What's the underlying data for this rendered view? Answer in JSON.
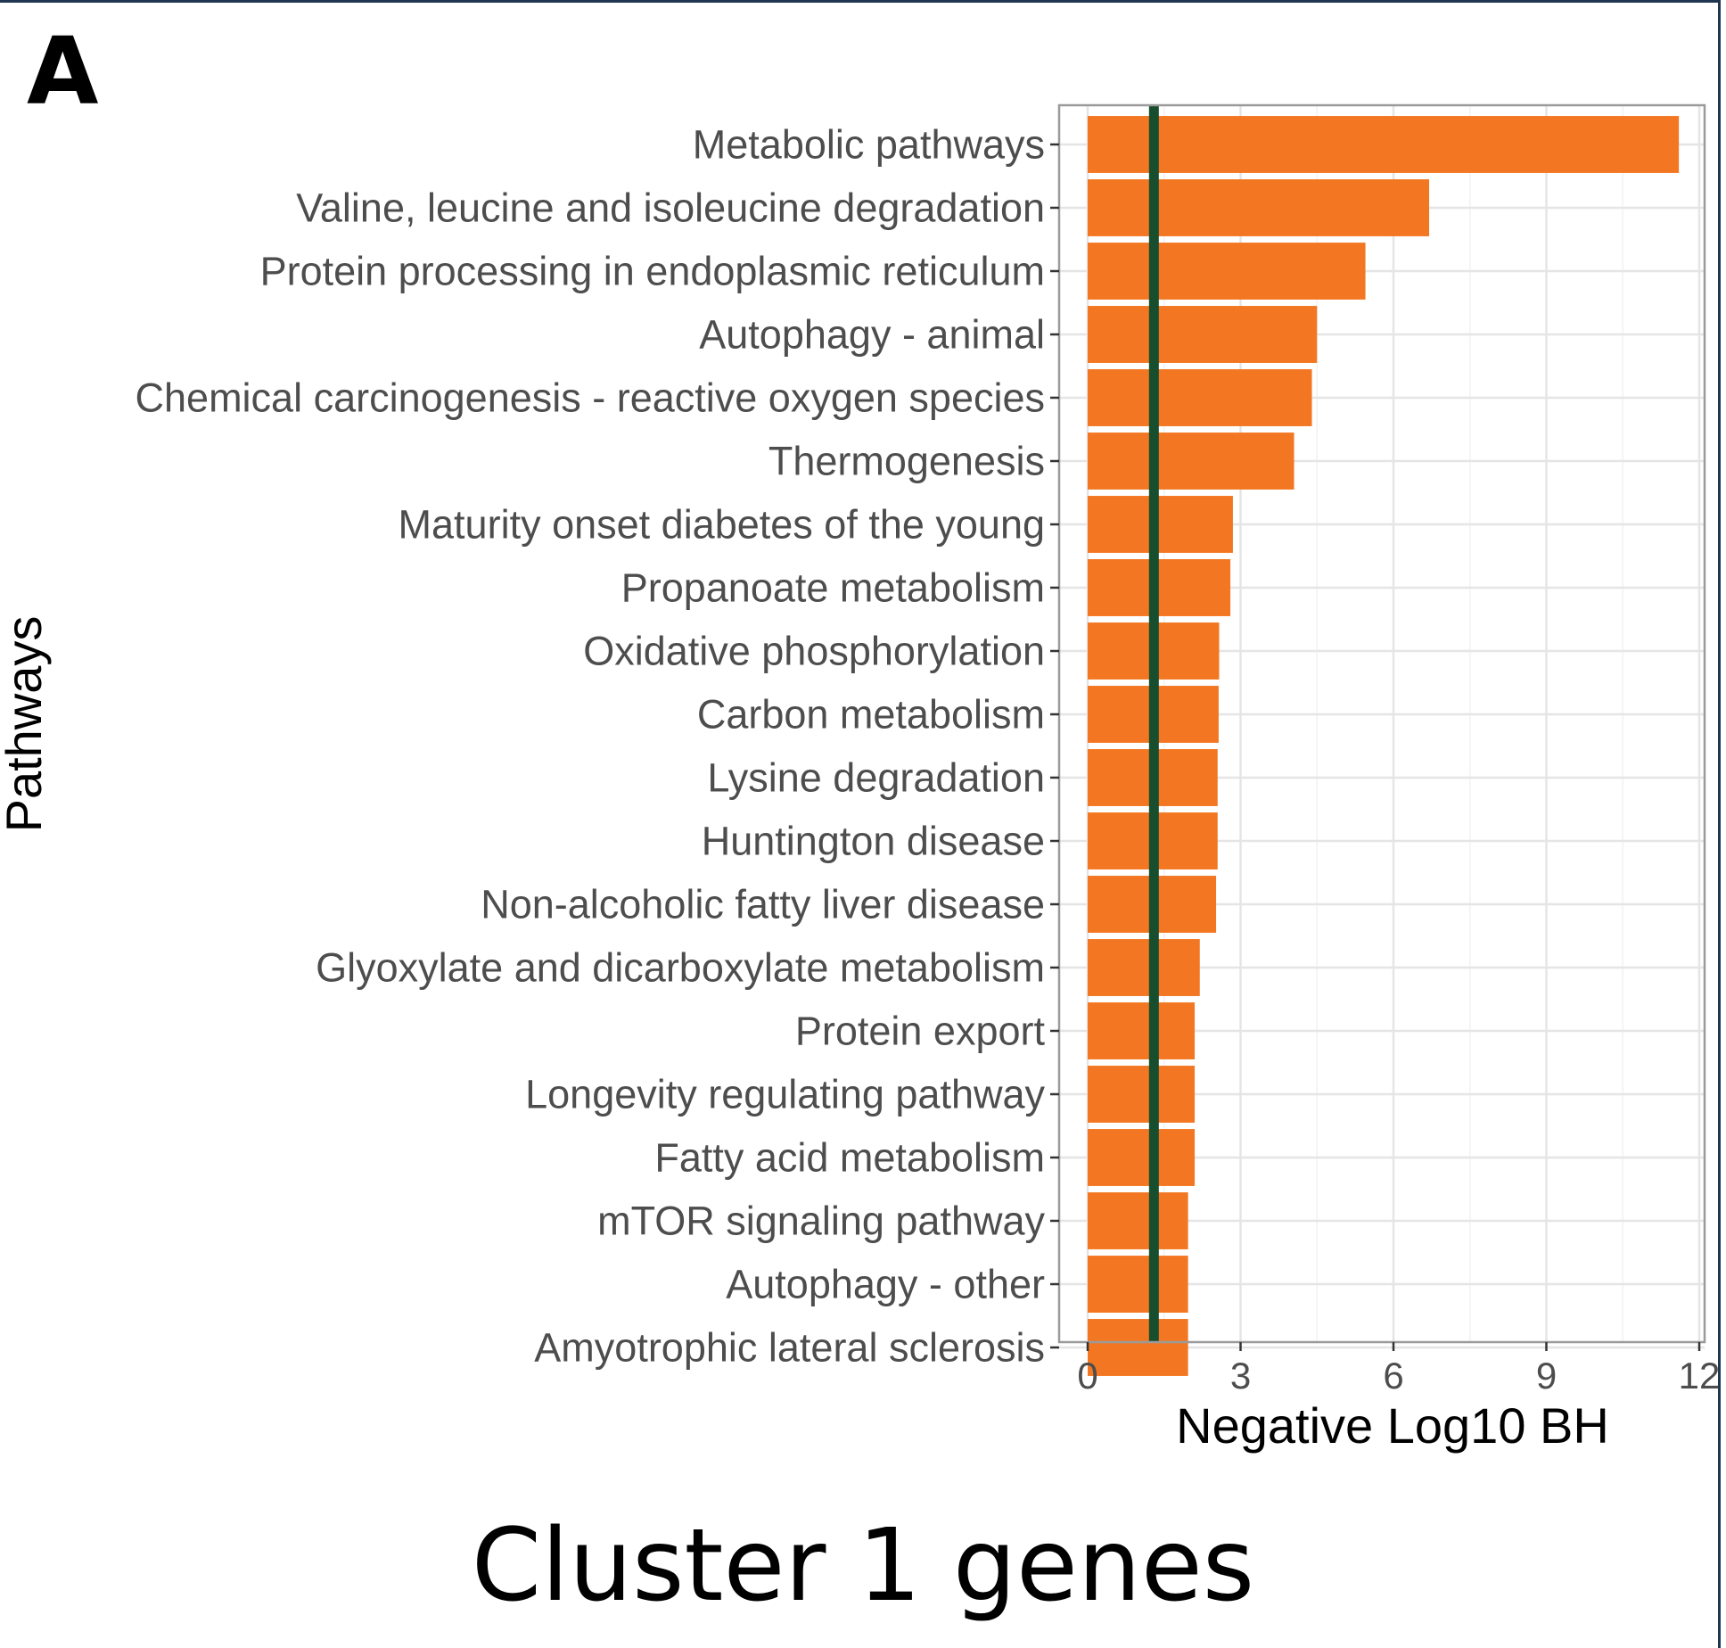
{
  "panel_label": "A",
  "figure_caption": "Cluster 1 genes",
  "colors": {
    "bar": "#f37722",
    "threshold_line": "#184d2e",
    "grid_major": "#e5e5e5",
    "grid_minor": "#f2f2f2",
    "panel_border": "#9a9a9a",
    "text": "#4d4d4d"
  },
  "chart_data": {
    "type": "bar",
    "orientation": "horizontal",
    "xlabel": "Negative Log10 BH",
    "ylabel": "Pathways",
    "xlim": [
      0,
      12
    ],
    "xticks": [
      0,
      3,
      6,
      9,
      12
    ],
    "grid": true,
    "threshold": 1.3,
    "categories": [
      "Metabolic pathways",
      "Valine, leucine and isoleucine degradation",
      "Protein processing in endoplasmic reticulum",
      "Autophagy - animal",
      "Chemical carcinogenesis - reactive oxygen species",
      "Thermogenesis",
      "Maturity onset diabetes of the young",
      "Propanoate metabolism",
      "Oxidative phosphorylation",
      "Carbon metabolism",
      "Lysine degradation",
      "Huntington disease",
      "Non-alcoholic fatty liver disease",
      "Glyoxylate and dicarboxylate metabolism",
      "Protein export",
      "Longevity regulating pathway",
      "Fatty acid metabolism",
      "mTOR signaling pathway",
      "Autophagy - other",
      "Amyotrophic lateral sclerosis"
    ],
    "values": [
      11.6,
      6.7,
      5.45,
      4.5,
      4.4,
      4.05,
      2.85,
      2.8,
      2.58,
      2.57,
      2.55,
      2.55,
      2.52,
      2.2,
      2.1,
      2.1,
      2.1,
      1.97,
      1.97,
      1.97
    ]
  }
}
